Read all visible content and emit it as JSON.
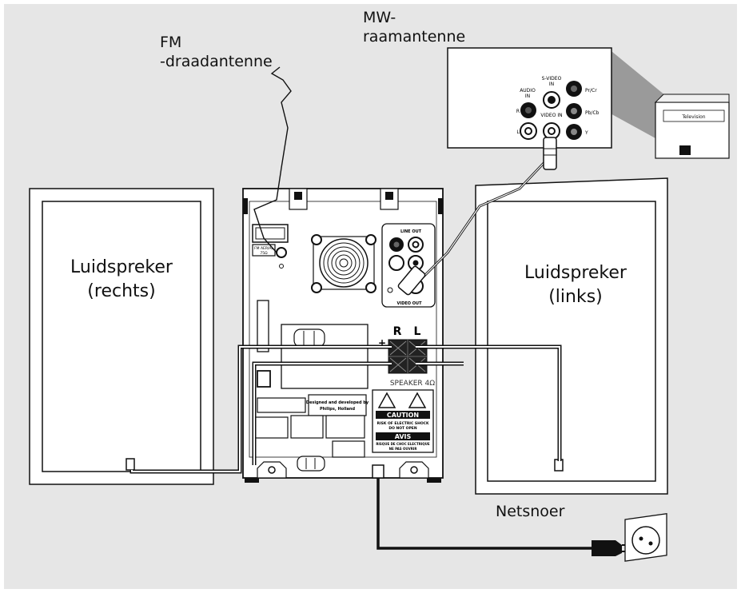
{
  "labels": {
    "fm_line1": "FM",
    "fm_line2": "-draadantenne",
    "mw_line1": "MW-",
    "mw_line2": "raamantenne",
    "speaker_right_line1": "Luidspreker",
    "speaker_right_line2": "(rechts)",
    "speaker_left_line1": "Luidspreker",
    "speaker_left_line2": "(links)",
    "power_cord": "Netsnoer"
  },
  "tv_panel": {
    "audio_in_line1": "AUDIO",
    "audio_in_line2": "IN",
    "s_video_line1": "S-VIDEO",
    "s_video_line2": "IN",
    "video_in": "VIDEO IN",
    "r": "R",
    "l": "L",
    "pr_cr": "Pr/Cr",
    "pb_cb": "Pb/Cb",
    "y": "Y"
  },
  "television_label": "Television",
  "main_unit": {
    "line_out": "LINE OUT",
    "video_out": "VIDEO OUT",
    "speaker_r": "R",
    "speaker_l": "L",
    "plus": "+",
    "minus": "–",
    "speaker_rating": "SPEAKER 4Ω",
    "designed_line1": "Designed and developed by",
    "designed_line2": "Philips, Holland",
    "caution": "CAUTION",
    "caution_line1": "RISK OF ELECTRIC SHOCK",
    "caution_line2": "DO NOT OPEN",
    "avis": "AVIS",
    "avis_line1": "RISQUE DE CHOC ELECTRIQUE",
    "avis_line2": "NE PAS OUVRIR",
    "fm_aerial_line1": "FM AERIAL",
    "fm_aerial_line2": "75Ω"
  },
  "colors": {
    "background": "#e6e6e6",
    "outline": "#111111",
    "wire": "#555555"
  }
}
